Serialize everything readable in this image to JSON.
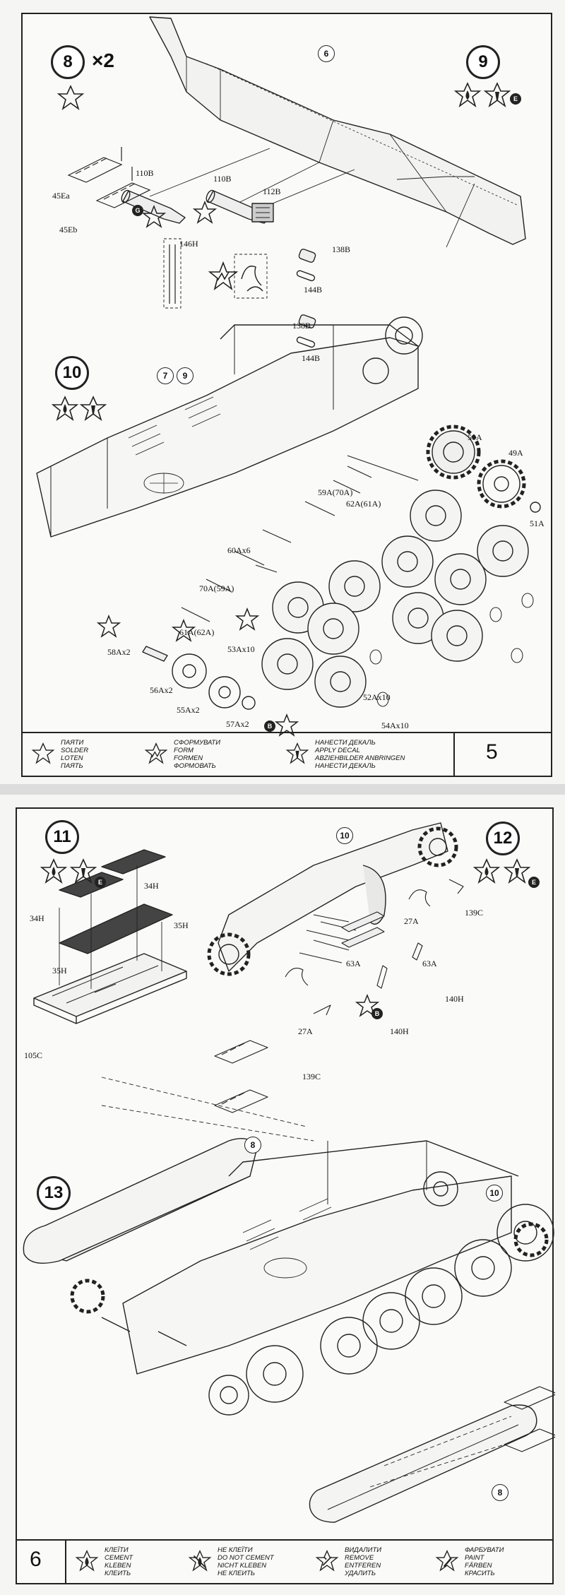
{
  "page5": {
    "page_number": "5",
    "steps": {
      "s8": {
        "number": "8",
        "multiplier": "×2"
      },
      "s9": {
        "number": "9"
      },
      "s10": {
        "number": "10"
      }
    },
    "refs": {
      "r6": "6",
      "r7": "7",
      "r9": "9"
    },
    "badges": {
      "e": "E",
      "g": "G",
      "b": "B"
    },
    "labels": {
      "l45Ea": "45Ea",
      "l45Eb": "45Eb",
      "l110B_1": "110B",
      "l110B_2": "110B",
      "l112B": "112B",
      "l146H": "146H",
      "l138B_1": "138B",
      "l144B_1": "144B",
      "l138B_2": "138B",
      "l144B_2": "144B",
      "l50A": "50A",
      "l49A": "49A",
      "l51A": "51A",
      "l59A70A": "59A(70A)",
      "l62A61A": "62A(61A)",
      "l60Ax6": "60Ax6",
      "l70A59A": "70A(59A)",
      "l61A62A": "61A(62A)",
      "l58Ax2": "58Ax2",
      "l53Ax10": "53Ax10",
      "l56Ax2": "56Ax2",
      "l55Ax2": "55Ax2",
      "l57Ax2": "57Ax2",
      "l52Ax10": "52Ax10",
      "l54Ax10": "54Ax10"
    },
    "legend": [
      {
        "icon": "solder-icon",
        "lines": [
          "ПАЯТИ",
          "SOLDER",
          "LOTEN",
          "ПАЯТЬ"
        ]
      },
      {
        "icon": "form-icon",
        "lines": [
          "СФОРМУВАТИ",
          "FORM",
          "FORMEN",
          "ФОРМОВАТЬ"
        ]
      },
      {
        "icon": "apply-decal-icon",
        "lines": [
          "НАНЕСТИ ДЕКАЛЬ",
          "APPLY DECAL",
          "ABZIEHBILDER ANBRINGEN",
          "НАНЕСТИ ДЕКАЛЬ"
        ]
      }
    ]
  },
  "page6": {
    "page_number": "6",
    "steps": {
      "s11": {
        "number": "11"
      },
      "s12": {
        "number": "12"
      },
      "s13": {
        "number": "13"
      }
    },
    "refs": {
      "r10a": "10",
      "r8a": "8",
      "r10b": "10",
      "r8b": "8"
    },
    "badges": {
      "e1": "E",
      "e2": "E",
      "b": "B"
    },
    "labels": {
      "l34H_1": "34H",
      "l34H_2": "34H",
      "l35H_1": "35H",
      "l35H_2": "35H",
      "l105C": "105C",
      "l27A_1": "27A",
      "l139C_1": "139C",
      "l63A_1": "63A",
      "l63A_2": "63A",
      "l140H_1": "140H",
      "l27A_2": "27A",
      "l140H_2": "140H",
      "l139C_2": "139C"
    },
    "legend": [
      {
        "icon": "cement-icon",
        "lines": [
          "КЛЕЇТИ",
          "CEMENT",
          "KLEBEN",
          "КЛЕИТЬ"
        ]
      },
      {
        "icon": "do-not-cement-icon",
        "lines": [
          "НЕ КЛЕЇТИ",
          "DO NOT CEMENT",
          "NICHT KLEBEN",
          "НЕ КЛЕИТЬ"
        ]
      },
      {
        "icon": "remove-icon",
        "lines": [
          "ВИДАЛИТИ",
          "REMOVE",
          "ENTFEREN",
          "УДАЛИТЬ"
        ]
      },
      {
        "icon": "paint-icon",
        "lines": [
          "ФАРБУВАТИ",
          "PAINT",
          "FÄRBEN",
          "КРАСИТЬ"
        ]
      }
    ]
  }
}
